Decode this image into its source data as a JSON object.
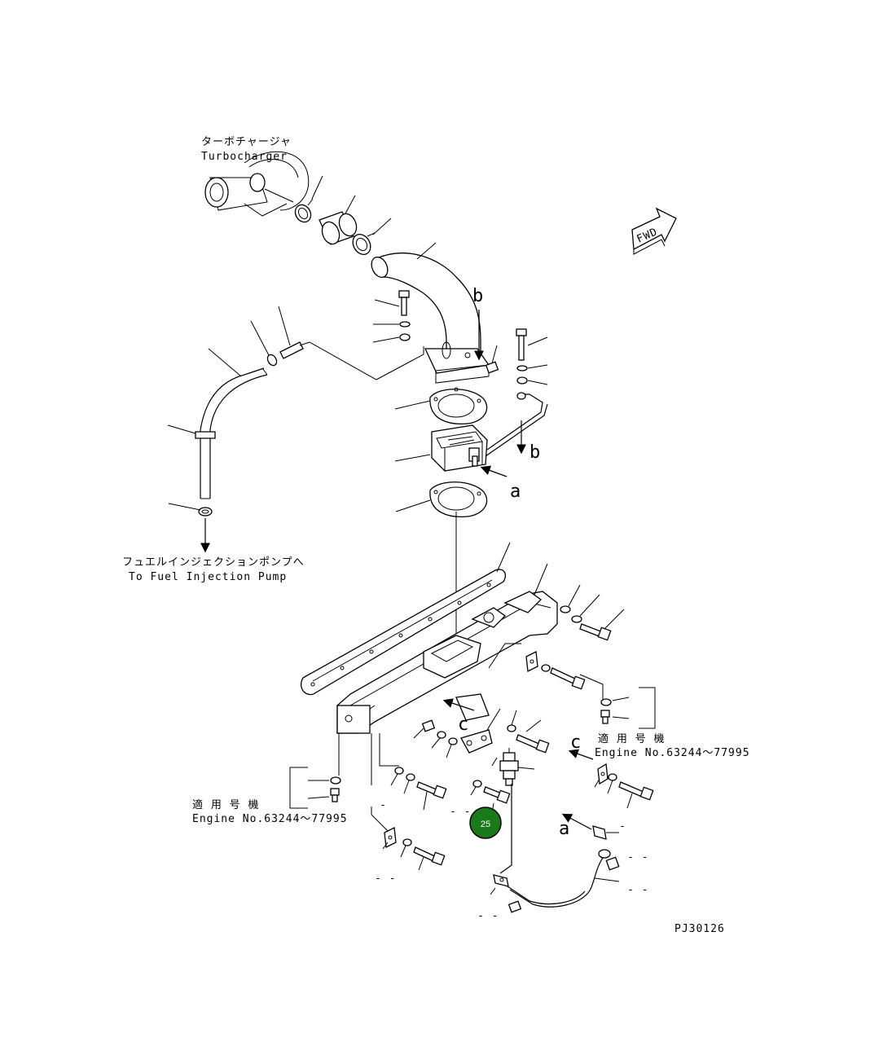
{
  "labels": {
    "turbo_jp": "ターボチャージャ",
    "turbo_en": "Turbocharger",
    "fuel_jp": "フュエルインジェクションポンプへ",
    "fuel_en": "To Fuel Injection Pump",
    "applic_jp_right": "適 用 号 機",
    "applic_en_right": "Engine No.63244～77995",
    "applic_jp_left": "適 用 号 機",
    "applic_en_left": "Engine No.63244～77995",
    "fwd": "FWD",
    "ref_a1": "a",
    "ref_a2": "a",
    "ref_b1": "b",
    "ref_b2": "b",
    "ref_c1": "c",
    "ref_c2": "c",
    "drawing_code": "PJ30126"
  },
  "callout": {
    "number": "25",
    "color": "#1a7a1a"
  }
}
